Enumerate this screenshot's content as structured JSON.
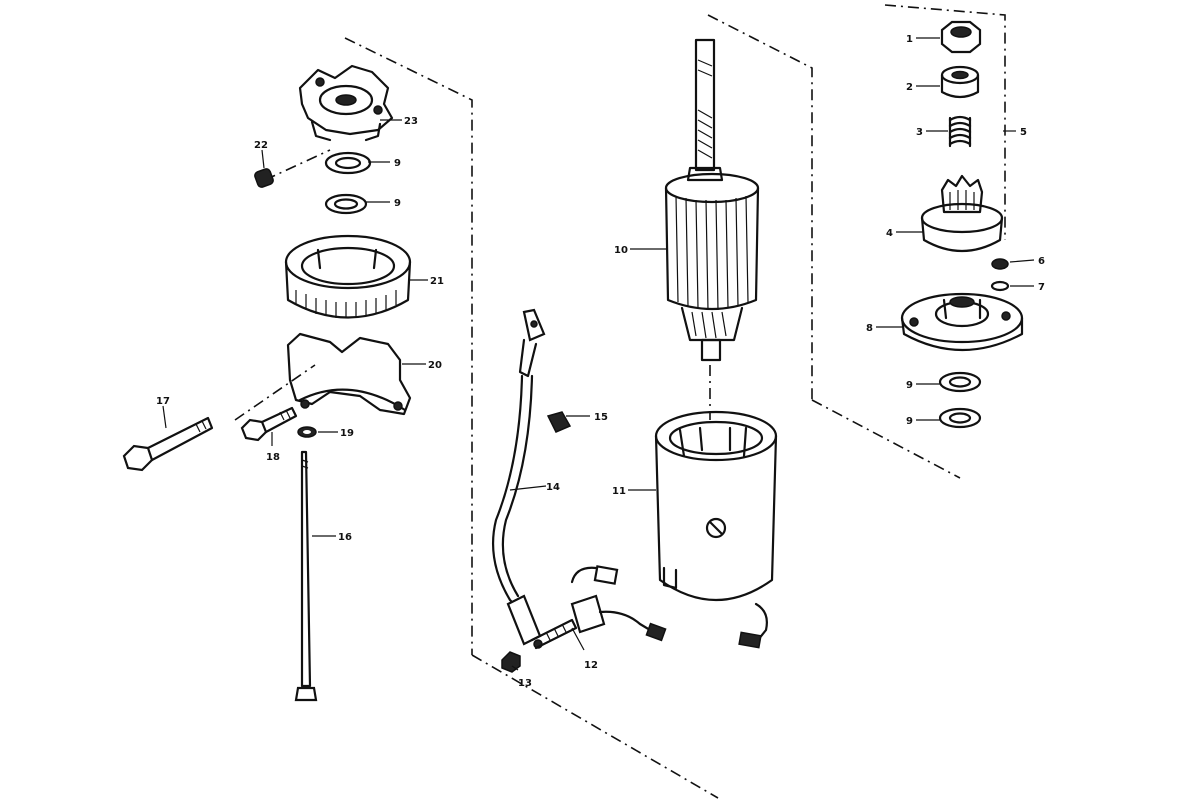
{
  "callouts": [
    {
      "id": "c1",
      "label": "1"
    },
    {
      "id": "c2",
      "label": "2"
    },
    {
      "id": "c3",
      "label": "3"
    },
    {
      "id": "c5",
      "label": "5"
    },
    {
      "id": "c4",
      "label": "4"
    },
    {
      "id": "c6",
      "label": "6"
    },
    {
      "id": "c7",
      "label": "7"
    },
    {
      "id": "c8",
      "label": "8"
    },
    {
      "id": "c9a",
      "label": "9"
    },
    {
      "id": "c9b",
      "label": "9"
    },
    {
      "id": "c9c",
      "label": "9"
    },
    {
      "id": "c9d",
      "label": "9"
    },
    {
      "id": "c10",
      "label": "10"
    },
    {
      "id": "c11",
      "label": "11"
    },
    {
      "id": "c12",
      "label": "12"
    },
    {
      "id": "c13",
      "label": "13"
    },
    {
      "id": "c14",
      "label": "14"
    },
    {
      "id": "c15",
      "label": "15"
    },
    {
      "id": "c16",
      "label": "16"
    },
    {
      "id": "c17",
      "label": "17"
    },
    {
      "id": "c18",
      "label": "18"
    },
    {
      "id": "c19",
      "label": "19"
    },
    {
      "id": "c20",
      "label": "20"
    },
    {
      "id": "c21",
      "label": "21"
    },
    {
      "id": "c22",
      "label": "22"
    },
    {
      "id": "c23",
      "label": "23"
    }
  ]
}
